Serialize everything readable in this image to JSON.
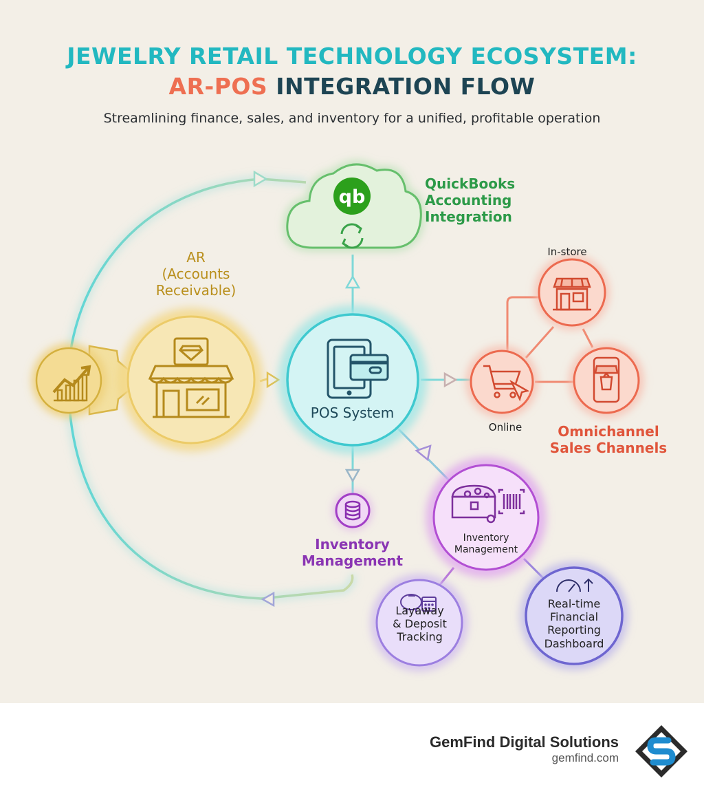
{
  "title": {
    "line1": "JEWELRY RETAIL TECHNOLOGY ECOSYSTEM:",
    "line2_highlight": "AR-POS",
    "line2_rest": "INTEGRATION FLOW"
  },
  "subtitle": "Streamlining finance, sales, and inventory for a unified, profitable operation",
  "nodes": {
    "ar_lines": [
      "AR",
      "(Accounts",
      "Receivable)"
    ],
    "quickbooks_lines": [
      "QuickBooks",
      "Accounting",
      "Integration"
    ],
    "quickbooks_logo": "qb",
    "pos": "POS System",
    "in_store": "In-store",
    "online": "Online",
    "omnichannel_lines": [
      "Omnichannel",
      "Sales Channels"
    ],
    "inventory_small_lines": [
      "Inventory",
      "Management"
    ],
    "inventory_big_lines": [
      "Inventory",
      "Management"
    ],
    "layaway_lines": [
      "Layaway",
      "& Deposit",
      "Tracking"
    ],
    "reporting_lines": [
      "Real-time",
      "Financial",
      "Reporting",
      "Dashboard"
    ]
  },
  "icons": [
    "growth-chart-icon",
    "jewelry-store-icon",
    "cloud-icon",
    "sync-icon",
    "pos-terminal-icon",
    "credit-card-icon",
    "storefront-icon",
    "shopping-cart-icon",
    "mobile-shop-icon",
    "database-icon",
    "treasure-chest-icon",
    "barcode-icon",
    "piggy-bank-icon",
    "calendar-icon",
    "gauge-icon",
    "gemfind-logo-icon"
  ],
  "colors": {
    "teal": "#22b8c0",
    "gold": "#e8c25a",
    "green": "#5bbd6a",
    "coral": "#ee6f52",
    "purple": "#b45ad6",
    "lavender": "#a98fe0",
    "indigo": "#7b72d6",
    "navy": "#1d4453"
  },
  "footer": {
    "company": "GemFind Digital Solutions",
    "url": "gemfind.com"
  }
}
